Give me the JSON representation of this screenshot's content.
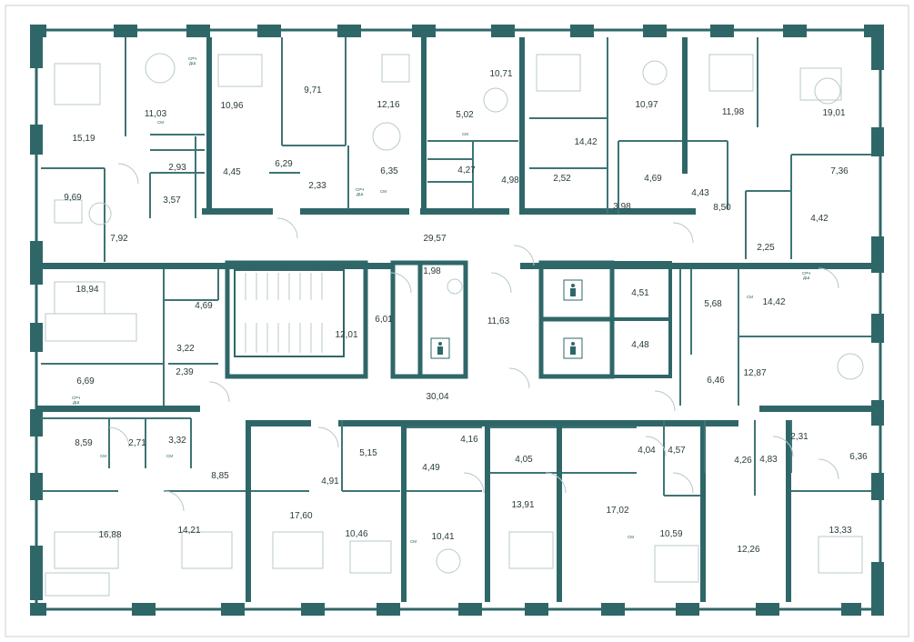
{
  "colors": {
    "wall": "#2f6768",
    "thin": "#3f7475",
    "furniture": "#b9c9c9",
    "text": "#2b3b3c",
    "background": "#ffffff"
  },
  "icons": {
    "elevator": "elevator-icon",
    "stairs": "staircase-icon"
  },
  "rooms": [
    {
      "id": "r01",
      "area": "15,19"
    },
    {
      "id": "r02",
      "area": "11,03"
    },
    {
      "id": "r03",
      "area": "10,96"
    },
    {
      "id": "r04",
      "area": "9,71"
    },
    {
      "id": "r05",
      "area": "12,16"
    },
    {
      "id": "r06",
      "area": "10,71"
    },
    {
      "id": "r07",
      "area": "5,02"
    },
    {
      "id": "r08",
      "area": "14,42"
    },
    {
      "id": "r09",
      "area": "10,97"
    },
    {
      "id": "r10",
      "area": "11,98"
    },
    {
      "id": "r11",
      "area": "19,01"
    },
    {
      "id": "r12",
      "area": "2,93"
    },
    {
      "id": "r13",
      "area": "4,45"
    },
    {
      "id": "r14",
      "area": "6,29"
    },
    {
      "id": "r15",
      "area": "6,35"
    },
    {
      "id": "r16",
      "area": "4,27"
    },
    {
      "id": "r17",
      "area": "4,98"
    },
    {
      "id": "r18",
      "area": "2,52"
    },
    {
      "id": "r19",
      "area": "4,69"
    },
    {
      "id": "r20",
      "area": "7,36"
    },
    {
      "id": "r21",
      "area": "9,69"
    },
    {
      "id": "r22",
      "area": "3,57"
    },
    {
      "id": "r23",
      "area": "2,33"
    },
    {
      "id": "r24",
      "area": "3,98"
    },
    {
      "id": "r25",
      "area": "4,43"
    },
    {
      "id": "r26",
      "area": "8,50"
    },
    {
      "id": "r27",
      "area": "4,42"
    },
    {
      "id": "r28",
      "area": "7,92"
    },
    {
      "id": "r29",
      "area": "29,57"
    },
    {
      "id": "r30",
      "area": "2,25"
    },
    {
      "id": "r31",
      "area": "18,94"
    },
    {
      "id": "r32",
      "area": "1,98"
    },
    {
      "id": "r33",
      "area": "4,51"
    },
    {
      "id": "r34",
      "area": "5,68"
    },
    {
      "id": "r35",
      "area": "14,42"
    },
    {
      "id": "r36",
      "area": "4,69"
    },
    {
      "id": "r37",
      "area": "12,01"
    },
    {
      "id": "r38",
      "area": "6,01"
    },
    {
      "id": "r39",
      "area": "11,63"
    },
    {
      "id": "r40",
      "area": "4,48"
    },
    {
      "id": "r41",
      "area": "3,22"
    },
    {
      "id": "r42",
      "area": "6,46"
    },
    {
      "id": "r43",
      "area": "12,87"
    },
    {
      "id": "r44",
      "area": "2,39"
    },
    {
      "id": "r45",
      "area": "6,69"
    },
    {
      "id": "r46",
      "area": "30,04"
    },
    {
      "id": "r47",
      "area": "8,59"
    },
    {
      "id": "r48",
      "area": "2,71"
    },
    {
      "id": "r49",
      "area": "3,32"
    },
    {
      "id": "r50",
      "area": "4,16"
    },
    {
      "id": "r51",
      "area": "4,05"
    },
    {
      "id": "r52",
      "area": "4,04"
    },
    {
      "id": "r53",
      "area": "4,57"
    },
    {
      "id": "r54",
      "area": "4,26"
    },
    {
      "id": "r55",
      "area": "4,83"
    },
    {
      "id": "r56",
      "area": "2,31"
    },
    {
      "id": "r57",
      "area": "6,36"
    },
    {
      "id": "r58",
      "area": "8,85"
    },
    {
      "id": "r59",
      "area": "4,91"
    },
    {
      "id": "r60",
      "area": "5,15"
    },
    {
      "id": "r61",
      "area": "4,49"
    },
    {
      "id": "r62",
      "area": "13,91"
    },
    {
      "id": "r63",
      "area": "17,02"
    },
    {
      "id": "r64",
      "area": "16,88"
    },
    {
      "id": "r65",
      "area": "14,21"
    },
    {
      "id": "r66",
      "area": "17,60"
    },
    {
      "id": "r67",
      "area": "10,46"
    },
    {
      "id": "r68",
      "area": "10,41"
    },
    {
      "id": "r69",
      "area": "10,59"
    },
    {
      "id": "r70",
      "area": "12,26"
    },
    {
      "id": "r71",
      "area": "13,33"
    }
  ],
  "tags": {
    "washer": "СМ",
    "dryer_line1": "СРЧ",
    "dryer_line2": "ДШ",
    "washer_dryer_line1": "СРЧ",
    "washer_dryer_line2": "ДШ"
  }
}
